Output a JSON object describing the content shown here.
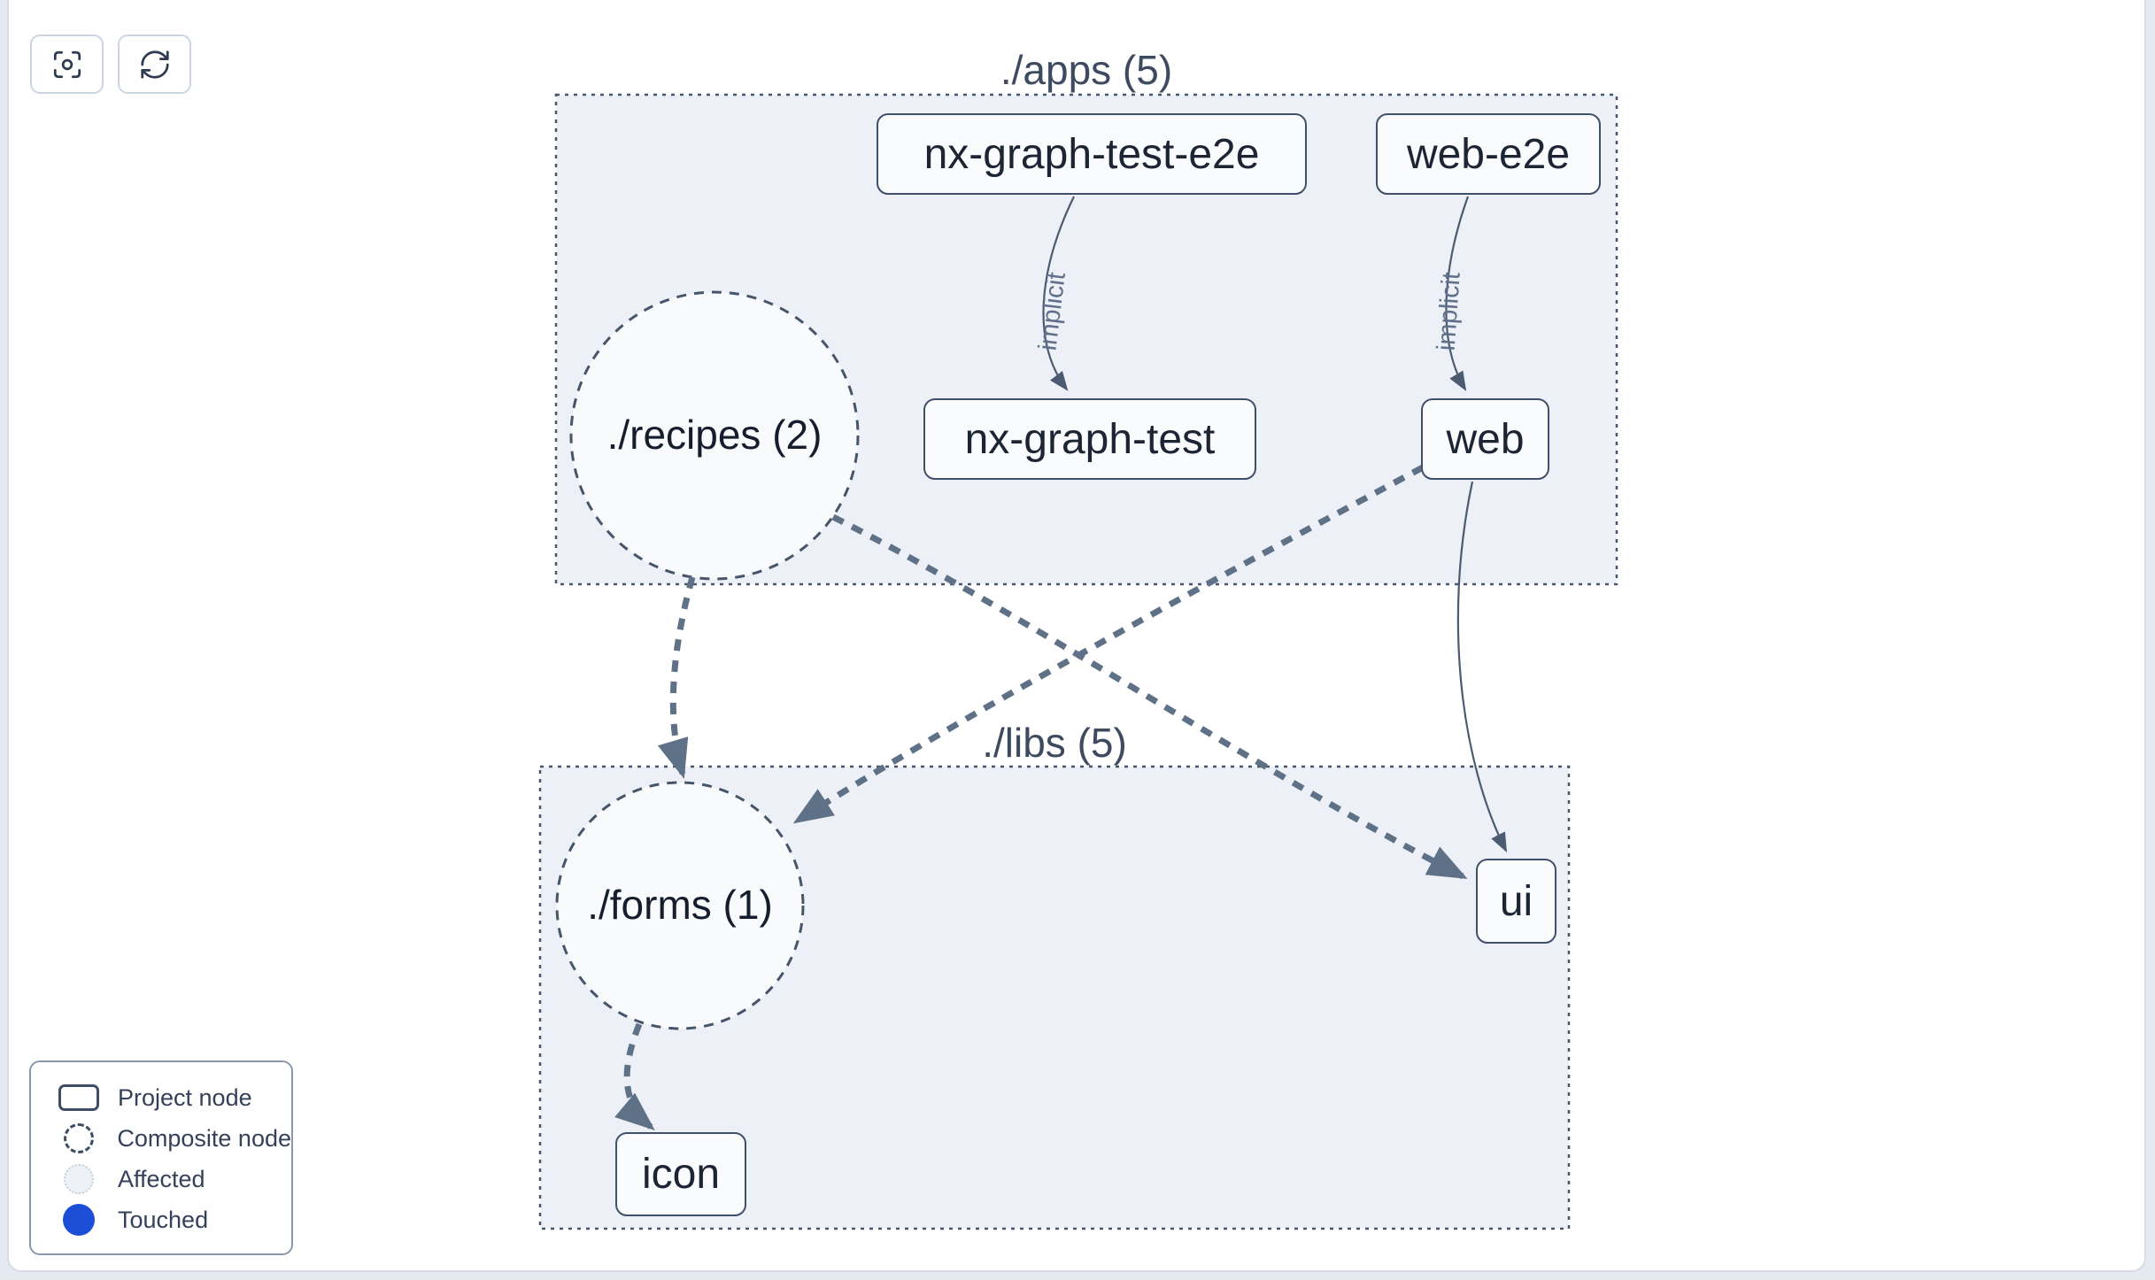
{
  "toolbar": {
    "buttons": [
      {
        "icon": "focus-icon"
      },
      {
        "icon": "refresh-icon"
      }
    ]
  },
  "graph": {
    "clusters": [
      {
        "id": "apps",
        "label": "./apps (5)"
      },
      {
        "id": "libs",
        "label": "./libs (5)"
      }
    ],
    "composite_nodes": [
      {
        "label": "./recipes (2)",
        "cluster": "apps"
      },
      {
        "label": "./forms (1)",
        "cluster": "libs"
      }
    ],
    "project_nodes": [
      {
        "label": "nx-graph-test-e2e",
        "cluster": "apps"
      },
      {
        "label": "web-e2e",
        "cluster": "apps"
      },
      {
        "label": "nx-graph-test",
        "cluster": "apps"
      },
      {
        "label": "web",
        "cluster": "apps"
      },
      {
        "label": "ui",
        "cluster": "libs"
      },
      {
        "label": "icon",
        "cluster": "libs"
      }
    ],
    "edges": [
      {
        "source": "nx-graph-test-e2e",
        "target": "nx-graph-test",
        "label": "implicit",
        "style": "solid-thin"
      },
      {
        "source": "web-e2e",
        "target": "web",
        "label": "implicit",
        "style": "solid-thin"
      },
      {
        "source": "web",
        "target": "ui",
        "label": "",
        "style": "solid-thin"
      },
      {
        "source": "./recipes (2)",
        "target": "./forms (1)",
        "label": "",
        "style": "dashed-thick"
      },
      {
        "source": "./recipes (2)",
        "target": "ui",
        "label": "",
        "style": "dashed-thick"
      },
      {
        "source": "web",
        "target": "./forms (1)",
        "label": "",
        "style": "dashed-thick"
      },
      {
        "source": "./forms (1)",
        "target": "icon",
        "label": "",
        "style": "dashed-thick"
      }
    ]
  },
  "legend": {
    "items": [
      {
        "icon": "project-node-icon",
        "label": "Project node"
      },
      {
        "icon": "composite-node-icon",
        "label": "Composite node"
      },
      {
        "icon": "affected-icon",
        "label": "Affected"
      },
      {
        "icon": "touched-icon",
        "label": "Touched"
      }
    ]
  },
  "colors": {
    "touched": "#1d4ed8",
    "affected_fill": "#eef1f6",
    "cluster_fill": "#edf0f6",
    "node_border": "#3e4d63",
    "edge_thick": "#5f7186",
    "edge_thin": "#4c5a72"
  }
}
